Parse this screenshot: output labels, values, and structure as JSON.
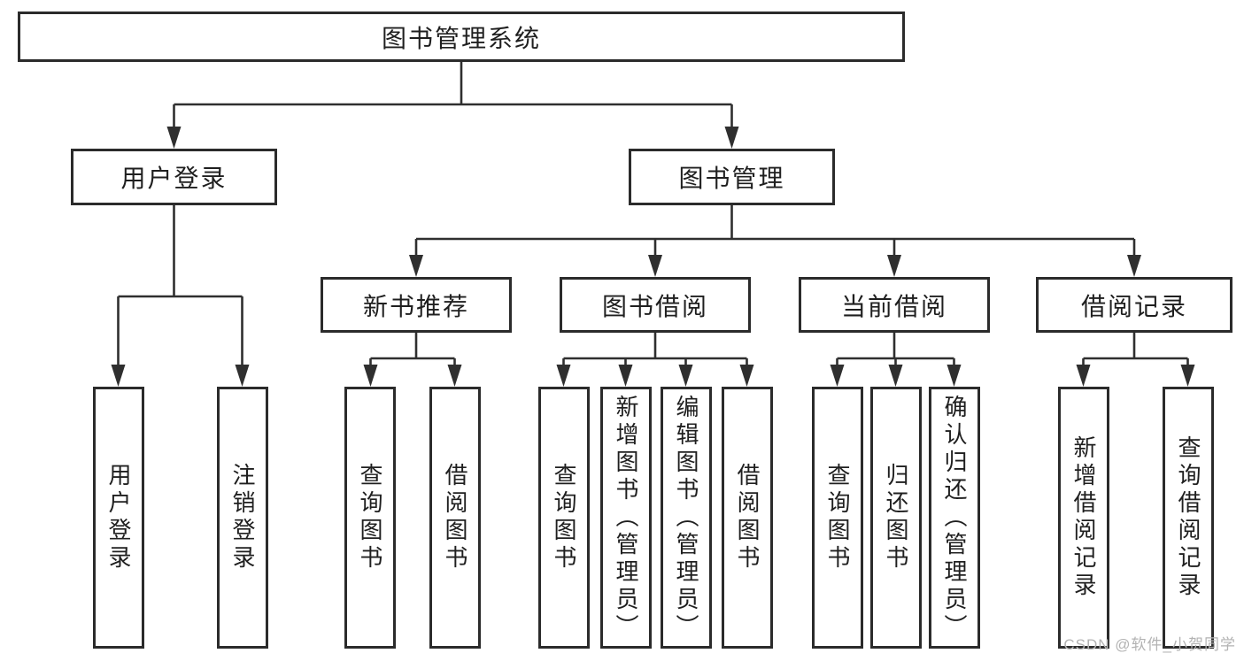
{
  "diagram": {
    "root": "图书管理系统",
    "branches": {
      "user_login": "用户登录",
      "book_management": "图书管理"
    },
    "modules": {
      "new_book_recommend": "新书推荐",
      "book_borrow": "图书借阅",
      "current_borrow": "当前借阅",
      "borrow_record": "借阅记录"
    },
    "leaves": {
      "user_login": "用户登录",
      "logout": "注销登录",
      "nb_query_book": "查询图书",
      "nb_borrow_book": "借阅图书",
      "bb_query_book": "查询图书",
      "bb_add_book": "新增图书（管理员）",
      "bb_edit_book": "编辑图书（管理员）",
      "bb_borrow_book": "借阅图书",
      "cb_query_book": "查询图书",
      "cb_return_book": "归还图书",
      "cb_confirm_return": "确认归还（管理员）",
      "br_add_record": "新增借阅记录",
      "br_query_record": "查询借阅记录"
    }
  },
  "watermark": "CSDN @软件_小贺同学",
  "colors": {
    "line": "#2f2f2f",
    "box_border": "#2b2b2b",
    "text": "#1f1f1f",
    "watermark": "#b3b3b3",
    "background": "#ffffff"
  }
}
